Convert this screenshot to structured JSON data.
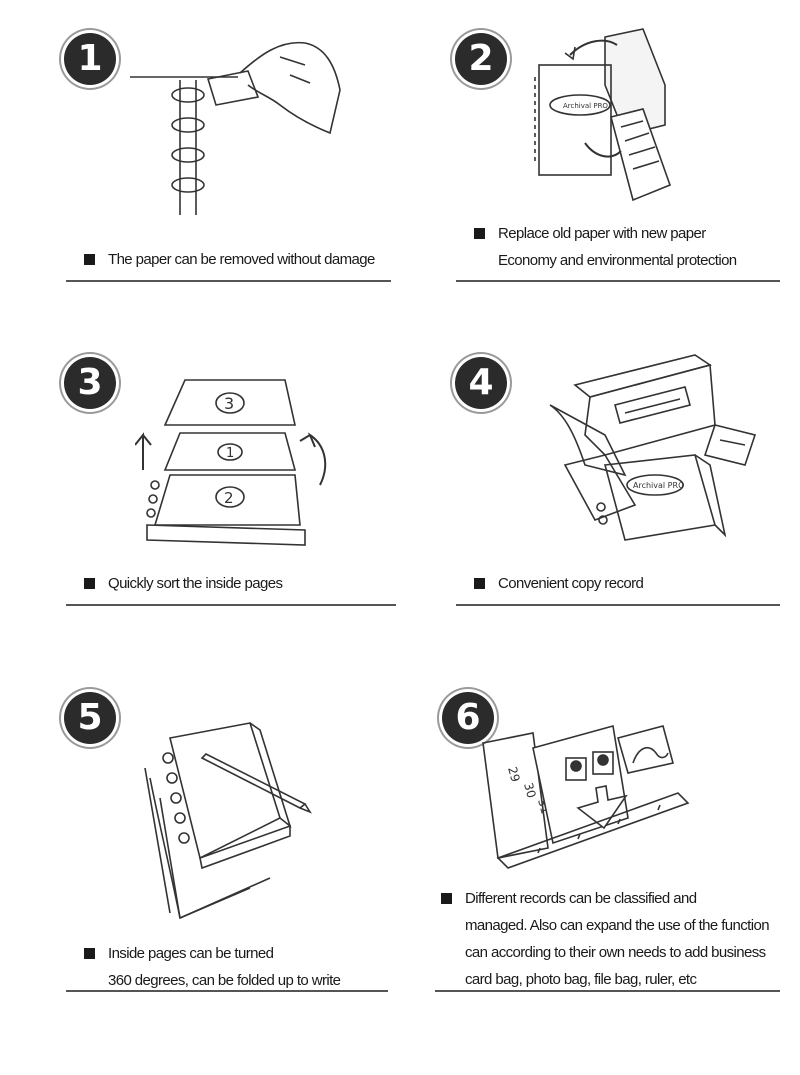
{
  "accent": "#2b2b2b",
  "steps": [
    {
      "number": "1",
      "lines": [
        "The paper can be removed without damage"
      ]
    },
    {
      "number": "2",
      "lines": [
        "Replace old paper with new paper",
        "Economy and environmental protection"
      ],
      "label": "Archival PRO"
    },
    {
      "number": "3",
      "lines": [
        "Quickly sort the inside pages"
      ],
      "pages": [
        "3",
        "1",
        "2"
      ]
    },
    {
      "number": "4",
      "lines": [
        "Convenient copy record"
      ],
      "label": "Archival PRO"
    },
    {
      "number": "5",
      "lines": [
        "Inside pages can be turned",
        "360 degrees, can be folded up to write"
      ]
    },
    {
      "number": "6",
      "lines": [
        "Different records can be classified and",
        "managed. Also can expand the use of the function",
        "can according to their own needs to add business",
        "card bag, photo bag, file bag, ruler, etc"
      ],
      "dates": [
        "29",
        "30",
        "31"
      ]
    }
  ]
}
